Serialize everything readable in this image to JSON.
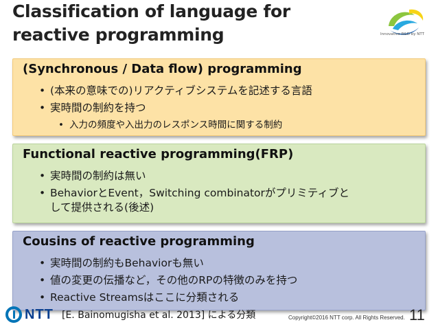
{
  "slide": {
    "title_line1": "Classification of language for",
    "title_line2": "reactive programming",
    "logo_tagline": "Innovative R&D by NTT"
  },
  "sections": [
    {
      "title": "(Synchronous / Data flow) programming",
      "bullets": [
        "(本来の意味での)リアクティブシステムを記述する言語",
        "実時間の制約を持つ"
      ],
      "sub_bullets": [
        "入力の頻度や入出力のレスポンス時間に関する制約"
      ]
    },
    {
      "title": "Functional reactive programming(FRP)",
      "bullets": [
        "実時間の制約は無い",
        "BehaviorとEvent，Switching combinatorがプリミティブと",
        "して提供される(後述)"
      ]
    },
    {
      "title": "Cousins of reactive programming",
      "bullets": [
        "実時間の制約もBehaviorも無い",
        "値の変更の伝播など，その他のRPの特徴のみを持つ",
        "Reactive Streamsはここに分類される"
      ]
    }
  ],
  "footer": {
    "brand": "NTT",
    "citation": "[E. Bainomugisha et al. 2013] による分類",
    "copyright": "Copyright©2016  NTT corp. All Rights Reserved.",
    "page_number": "11"
  },
  "colors": {
    "box1_bg": "#fde2a6",
    "box2_bg": "#d9e9c0",
    "box3_bg": "#b8c0dd",
    "ntt_blue": "#0074b7"
  }
}
